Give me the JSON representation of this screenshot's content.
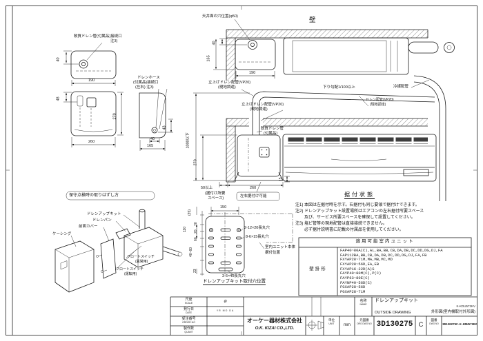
{
  "meta": {
    "paper": "#ffffff",
    "ink": "#1a1a1a"
  },
  "kit_views": {
    "soft_label": "軟質ドレン管(付属品)接続口",
    "soft_note": "注3)",
    "d40": "40",
    "d190": "190",
    "d48": "48",
    "d270": "270",
    "d260": "260",
    "hose1": "ドレンホース",
    "hose2": "(付属品)接続口",
    "hose3": "(左右) 注3)",
    "d43": "43",
    "d40b": "40",
    "d165": "165"
  },
  "install": {
    "wall": "壁",
    "ceiling_hole": "天井面の穴位置(φ50)",
    "d40": "40",
    "d165": "165",
    "d190": "190",
    "riser1a": "立上げドレン配管(VP20)",
    "riser1b": "(現地調達)",
    "slope": "下り勾配1/100以上",
    "refrig": "冷媒配管",
    "draina": "ドレン配管(VP20)",
    "drainb": "(現地調達)",
    "riser2a": "立上げドレン配管(VP20)",
    "riser2b": "(現地調達)",
    "softa": "軟質ドレン管",
    "softb": "(付属品)",
    "d1000": "1000以下",
    "d270": "270",
    "d50": "50以上",
    "d260": "260",
    "d15": "15",
    "spacea": "(据付け所要",
    "spaceb": "スペース)",
    "lr": "左右据付け可能"
  },
  "state": {
    "heading": "据付状態",
    "note1": "注1) 本図は左据付時を示す。右据付も同じ要領で据付けできます。",
    "note2": "注2) ドレンアップキット設置場所はエアコンの左右据付所要スペース",
    "note3": "及び、サービス所要スペースを確保して設置してください。",
    "note4": "注3) 塩ビ管等の現地配管は直接接続できません。",
    "note5": "必ず据付説明書に記載の付属品を使用してください。",
    "table_title": "適用可能室内ユニット",
    "row_label": "壁掛形",
    "models": [
      "FAP40~80A(C),AL,BA,BB,CB,DA,DB,DC,DD,DG,DJ,FA",
      "FAP112BA,BB,CB,DA,DB,DC,DD,DG,DJ,FA,FB",
      "FXYAP28~71M,MA,MB,MC,MD",
      "FXYAP28~56D,EA,EB",
      "FXYAP16-22D(A)S",
      "FAYP40~80M(C),P(C)",
      "FAYP63~80E(C)",
      "FAYNP40~56D(C)",
      "FGXAP28~56D",
      "FGXAP28~71M"
    ]
  },
  "maint": {
    "heading": "保守点検時の取りはずし方",
    "kit": "ドレンアップキット",
    "pan": "ドレンパン",
    "cover": "前面カバー",
    "casing": "ケーシング",
    "fs1a": "フロートスイッチ",
    "fs1b": "(異常用)",
    "fs2a": "フロートスイッチ",
    "fs2b": "(運転用)"
  },
  "holes": {
    "heading": "ドレンアップキット取付穴位置",
    "slotA": "2-12×20長丸穴",
    "slotB": "8-6×15長丸穴",
    "unita": "室内ユニット本体",
    "unitb": "据付位置",
    "slotC": "3-6×40長丸穴",
    "d150": "150",
    "d35": "(35)",
    "d110": "110",
    "d70": "70",
    "d20": "20",
    "d60": "60",
    "d4060": "40~60",
    "d23": "23"
  },
  "tb": {
    "scale_jp": "尺度",
    "scale_en": "SCALE",
    "scale_val": "⌀",
    "date_jp": "発行日",
    "date_en": "DATE",
    "date_val": "YR MO DA",
    "order_jp": "受注番号",
    "order_en": "ORDER NO",
    "quant_jp": "製作数",
    "quant_en": "QUANT",
    "company_jp": "オーケー器材株式会社",
    "company_en": "O.K. KIZAI CO.,LTD.",
    "unit_jp": "単位",
    "unit_en": "UNIT",
    "unit_val": "mm",
    "name_jp": "名称",
    "name_en": "NAME",
    "name_val": "ドレンアップキット",
    "model": "K-KDU572KV",
    "type_en": "OUTSIDE DRAWING",
    "type_jp": "外形図(室内機取付外形図)",
    "org_jp": "元図番",
    "org_en": "ORG DWG NO",
    "org_val": "3D130275",
    "rev": "C",
    "dwg_jp": "図番",
    "dwg_en": "DWG NO",
    "dwg_val": "3D130275C-K-KDU572KV"
  }
}
